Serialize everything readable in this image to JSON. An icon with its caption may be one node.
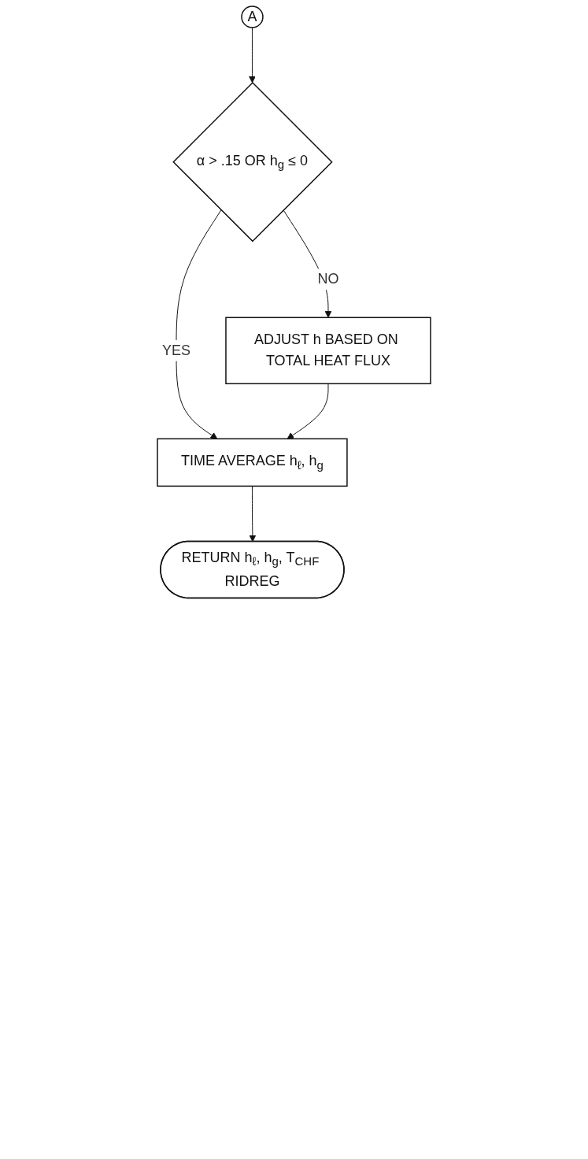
{
  "diagram": {
    "nodes": [
      {
        "text": [
          "A"
        ]
      },
      {
        "text": [
          "α > .15 OR h$_{g}$ ≤ 0"
        ]
      },
      {
        "text": [
          "ADJUST h BASED ON TOTAL HEAT FLUX"
        ]
      },
      {
        "text": [
          "TIME AVERAGE h$_{ℓ}$, h$_{g}$"
        ]
      },
      {
        "text": [
          "RETURN h$_{ℓ}$, h$_{g}$, T$_{CHF}$ RIDREG"
        ]
      }
    ],
    "edges": [
      {
        "from": 0,
        "to": 1,
        "arrow": "to"
      },
      {
        "from": 1,
        "to": 2,
        "arrow": "to",
        "label": "NO"
      },
      {
        "from": 1,
        "to": 3,
        "arrow": "to",
        "label": "YES"
      },
      {
        "from": 2,
        "to": 3,
        "arrow": "to"
      },
      {
        "from": 3,
        "to": 4,
        "arrow": "to"
      }
    ]
  }
}
